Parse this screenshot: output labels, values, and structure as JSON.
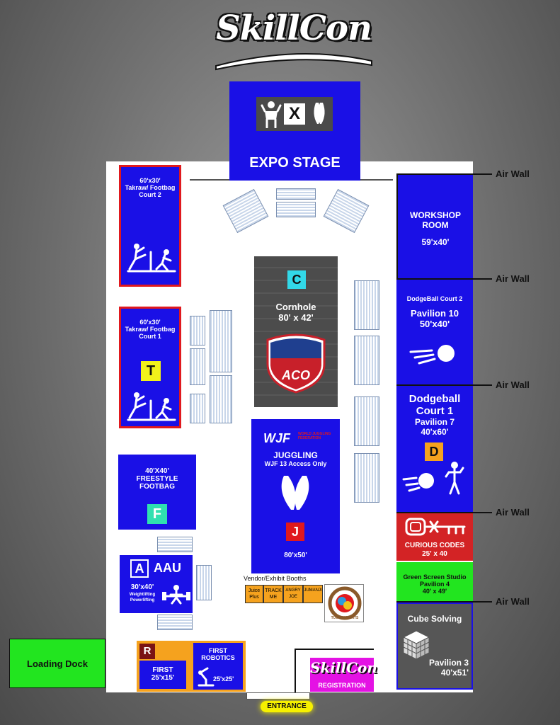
{
  "logo": {
    "text": "SkillCon"
  },
  "expo_stage": {
    "label": "EXPO STAGE",
    "badge": "X"
  },
  "air_wall": {
    "label": "Air Wall"
  },
  "takraw2": {
    "line1": "60'x30'",
    "line2": "Takraw/ Footbag",
    "line3": "Court 2"
  },
  "takraw1": {
    "line1": "60'x30'",
    "line2": "Takraw/ Footbag",
    "line3": "Court 1",
    "badge": "T"
  },
  "freestyle": {
    "line1": "40'X40'",
    "line2": "FREESTYLE",
    "line3": "FOOTBAG",
    "badge": "F"
  },
  "aau": {
    "badge": "A",
    "title": "AAU",
    "size": "30'x40'",
    "line2": "Weightlifting",
    "line3": "Powerlifting"
  },
  "cornhole": {
    "badge": "C",
    "title": "Cornhole",
    "size": "80' x 42'",
    "logo": "ACO"
  },
  "juggling": {
    "logo": "WJF",
    "logo_sub": "WORLD JUGGLING FEDERATION",
    "title": "JUGGLING",
    "sub": "WJF 13 Access Only",
    "badge": "J",
    "size": "80'x50'"
  },
  "workshop": {
    "line1": "WORKSHOP",
    "line2": "ROOM",
    "size": "59'x40'"
  },
  "dodge2": {
    "title": "DodgeBall Court 2",
    "line2": "Pavilion 10",
    "size": "50'x40'"
  },
  "dodge1": {
    "line1": "Dodgeball",
    "line2": "Court 1",
    "line3": "Pavilion 7",
    "size": "40'x60'",
    "badge": "D"
  },
  "curious": {
    "title": "CURIOUS CODES",
    "size": "25' x 40"
  },
  "greenscreen": {
    "line1": "Green Screen Studio",
    "line2": "Pavilion 4",
    "size": "40' x 49'"
  },
  "cube": {
    "title": "Cube Solving",
    "line2": "Pavilion 3",
    "size": "40'x51'"
  },
  "vendor": {
    "title": "Vendor/Exhibit Booths",
    "booths": [
      {
        "line1": "Juice",
        "line2": "Plus"
      },
      {
        "line1": "TRACK",
        "line2": "ME"
      },
      {
        "line1": "ANGRY",
        "line2": "JOE"
      },
      {
        "line1": "JUMANJI",
        "line2": ""
      }
    ],
    "tournament": "TOURNAMENTS"
  },
  "first": {
    "badge": "R",
    "label": "FIRST",
    "size": "25'x15'"
  },
  "first_robotics": {
    "line1": "FIRST",
    "line2": "ROBOTICS",
    "size": "25'x25'"
  },
  "loading_dock": {
    "label": "Loading Dock"
  },
  "registration": {
    "logo": "SkillCon",
    "label": "REGISTRATION"
  },
  "entrance": {
    "label": "ENTRANCE"
  },
  "colors": {
    "blue": "#1a10e6",
    "red_border": "#e0191e",
    "green": "#22e51f",
    "orange": "#f5a21e",
    "curious_red": "#d32325",
    "magenta": "#e412e4",
    "cube_gray": "#565656",
    "cyan": "#32d8e8",
    "yellow": "#f2f21a",
    "mint": "#2fe0b0",
    "entrance_yellow": "#f6f000"
  }
}
